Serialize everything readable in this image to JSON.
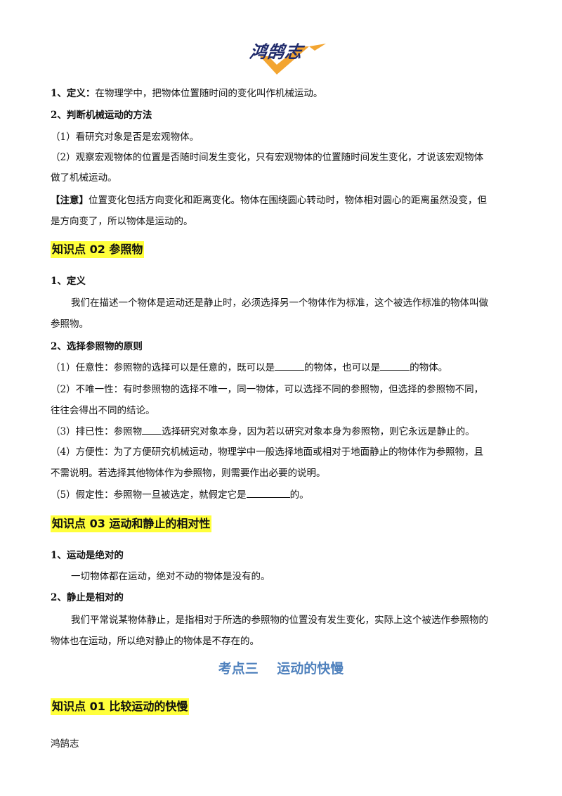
{
  "logo": {
    "text": "鸿鹄志",
    "colors": {
      "navy": "#1f2a6b",
      "orange": "#f3a531"
    }
  },
  "section1": {
    "def_label": "1、定义：",
    "def_text": "在物理学中，把物体位置随时间的变化叫作机械运动。",
    "method_heading": "2、判断机械运动的方法",
    "m1": "（1）看研究对象是否是宏观物体。",
    "m2_line1": "（2）观察宏观物体的位置是否随时间发生变化，只有宏观物体的位置随时间发生变化，才说该宏观物体",
    "m2_line2": "做了机械运动。",
    "note_label": "【注意】",
    "note_line1": "位置变化包括方向变化和距离变化。物体在围绕圆心转动时，物体相对圆心的距离虽然没变，但",
    "note_line2": "是方向变了，所以物体是运动的。"
  },
  "kp02": {
    "title": "知识点 02  参照物",
    "def_heading": "1、定义",
    "def_line1": "我们在描述一个物体是运动还是静止时，必须选择另一个物体作为标准，这个被选作标准的物体叫做",
    "def_line2": "参照物。",
    "principle_heading": "2、选择参照物的原则",
    "p1_a": "（1）任意性：参照物的选择可以是任意的，既可以是",
    "p1_b": "的物体，也可以是",
    "p1_c": "的物体。",
    "p2_line1": "（2）不唯一性：有时参照物的选择不唯一，同一物体，可以选择不同的参照物，但选择的参照物不同，",
    "p2_line2": "往往会得出不同的结论。",
    "p3_a": "（3）排已性：参照物",
    "p3_b": "选择研究对象本身，因为若以研究对象本身为参照物，则它永远是静止的。",
    "p4_line1": "（4）方便性：为了方便研究机械运动，物理学中一般选择地面或相对于地面静止的物体作为参照物，且",
    "p4_line2": "不需说明。若选择其他物体作为参照物，则需要作出必要的说明。",
    "p5_a": "（5）假定性：参照物一旦被选定，就假定它是",
    "p5_b": "的。"
  },
  "kp03": {
    "title": "知识点 03  运动和静止的相对性",
    "h1": "1、运动是绝对的",
    "t1": "一切物体都在运动，绝对不动的物体是没有的。",
    "h2": "2、静止是相对的",
    "t2_line1": "我们平常说某物体静止，是指相对于所选的参照物的位置没有发生变化，实际上这个被选作参照物的",
    "t2_line2": "物体也在运动，所以绝对静止的物体是不存在的。"
  },
  "section3": {
    "title": "考点三    运动的快慢",
    "color": "#4f81bd"
  },
  "kp01": {
    "title": "知识点 01  比较运动的快慢"
  },
  "footer": {
    "text": "鸿鹄志"
  }
}
